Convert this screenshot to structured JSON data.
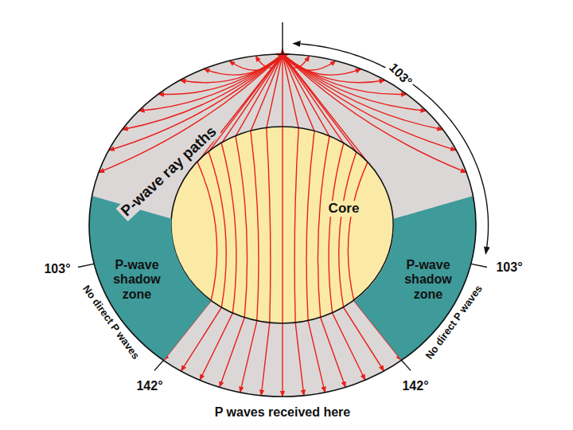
{
  "diagram": {
    "nodes": [
      {
        "text": [
          "Core"
        ]
      },
      {
        "text": [
          "P-wave shadow zone"
        ]
      },
      {
        "text": [
          "P-wave shadow zone"
        ]
      }
    ],
    "labels": [
      "103°",
      "P-wave ray paths",
      "103°",
      "103°",
      "No direct P waves",
      "No direct P waves",
      "142°",
      "142°",
      "P waves received here"
    ]
  }
}
